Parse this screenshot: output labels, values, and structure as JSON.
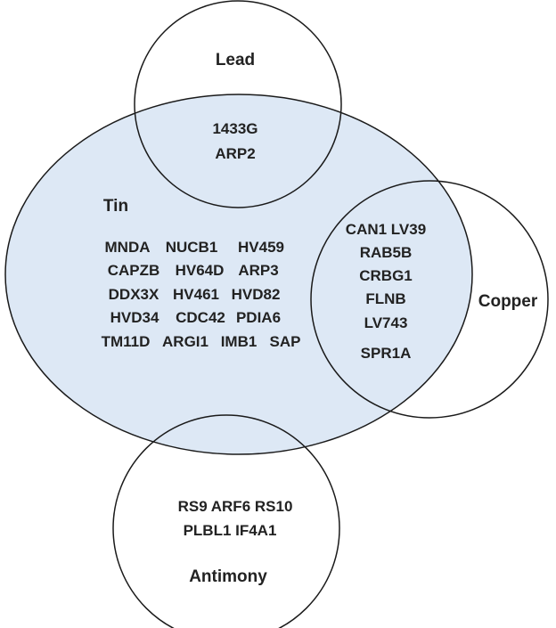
{
  "colors": {
    "tin_fill": "#dde8f5",
    "outline": "#1a1a1a",
    "text": "#222222"
  },
  "sets": {
    "lead": "Lead",
    "tin": "Tin",
    "copper": "Copper",
    "antimony": "Antimony"
  },
  "regions": {
    "lead_tin": [
      "1433G",
      "ARP2"
    ],
    "tin_only": [
      [
        "MNDA",
        "NUCB1",
        "HV459"
      ],
      [
        "CAPZB",
        "HV64D",
        "ARP3"
      ],
      [
        "DDX3X",
        "HV461",
        "HVD82"
      ],
      [
        "HVD34",
        "CDC42",
        "PDIA6"
      ],
      [
        "TM11D",
        "ARGI1",
        "IMB1",
        "SAP"
      ]
    ],
    "tin_copper": [
      "CAN1 LV39",
      "RAB5B",
      "CRBG1",
      "FLNB",
      "LV743",
      "SPR1A"
    ],
    "antimony_only": [
      "RS9 ARF6 RS10",
      "PLBL1 IF4A1"
    ]
  }
}
